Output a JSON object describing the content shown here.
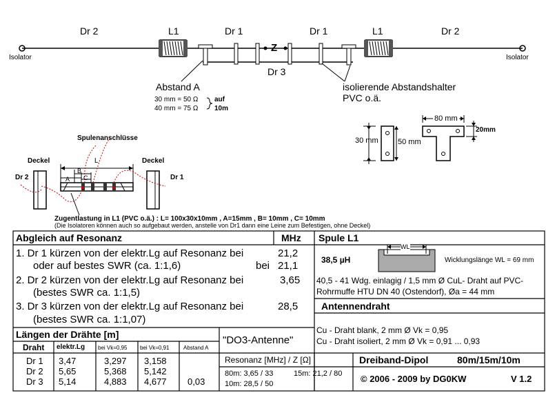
{
  "diagram": {
    "top_labels": {
      "dr2_left": "Dr 2",
      "l1_left": "L1",
      "dr1_left": "Dr 1",
      "dr1_right": "Dr 1",
      "l1_right": "L1",
      "dr2_right": "Dr 2"
    },
    "z_label": "Z",
    "dr3_label": "Dr 3",
    "isolator_left": "Isolator",
    "isolator_right": "Isolator",
    "abstand_a": "Abstand A",
    "abstand_line1": "30 mm = 50 Ω",
    "abstand_line2": "40 mm = 75 Ω",
    "auf": "auf",
    "ten_m": "10m",
    "isolierende": "isolierende Abstandshalter",
    "pvc": "PVC o.ä.",
    "spacer_30": "30 mm",
    "spacer_50": "50 mm",
    "spacer_80": "80 mm",
    "spacer_20": "20mm",
    "spulenanschluesse": "Spulenanschlüsse",
    "deckel_left": "Deckel",
    "deckel_right": "Deckel",
    "coil_dr2": "Dr 2",
    "coil_dr1": "Dr 1",
    "coil_L": "L",
    "coil_A": "A",
    "coil_B": "B",
    "coil_C": "C",
    "zugentlastung": "Zugentlastung in L1 (PVC o.ä.) : L= 100x30x10mm , A=15mm , B= 10mm , C= 10mm",
    "isolatoren_note": "(Die Isolatoren können auch so aufgebaut werden, anstelle von Dr1 dann eine Leine zum Befestigen, ohne Deckel)"
  },
  "abgleich": {
    "title": "Abgleich auf Resonanz",
    "mhz": "MHz",
    "steps": [
      {
        "line1": "1. Dr 1 kürzen von der elektr.Lg auf Resonanz bei",
        "v1": "21,2",
        "line2": "oder auf bestes SWR (ca. 1:1,6)",
        "bei": "bei",
        "v2": "21,1"
      },
      {
        "line1": "2. Dr 2 kürzen von der elektr.Lg auf Resonanz bei",
        "v1": "3,65",
        "line2": "(bestes SWR ca. 1:1,5)"
      },
      {
        "line1": "3. Dr 3 kürzen von der elektr.Lg auf Resonanz bei",
        "v1": "28,5",
        "line2": "(bestes SWR ca. 1:1,07)"
      }
    ]
  },
  "spule": {
    "title": "Spule L1",
    "inductance": "38,5 µH",
    "wl": "WL",
    "wicklung": "Wicklungslänge WL = 69 mm",
    "desc1": "40,5 - 41 Wdg. einlagig / 1,5 mm Ø CuL- Draht auf PVC-",
    "desc2": "Rohrmuffe HTU DN 40 (Ostendorf), Øa = 44 mm"
  },
  "antennendraht": {
    "title": "Antennendraht",
    "line1": "Cu - Draht blank, 2 mm Ø  Vk = 0,95",
    "line2": "Cu - Draht isoliert, 2 mm Ø Vk = 0,91 ... 0,93"
  },
  "laengen": {
    "title": "Längen der Drähte [m]",
    "headers": [
      "Draht",
      "elektr.Lg",
      "bei Vk=0,95",
      "bei Vk=0,91",
      "Abstand A"
    ],
    "rows": [
      [
        "Dr 1",
        "3,47",
        "3,297",
        "3,158",
        ""
      ],
      [
        "Dr 2",
        "5,65",
        "5,368",
        "5,142",
        ""
      ],
      [
        "Dr 3",
        "5,14",
        "4,883",
        "4,677",
        "0,03"
      ]
    ]
  },
  "do3": "\"DO3-Antenne\"",
  "resonanz": {
    "title": "Resonanz   [MHz] / Z [Ω]",
    "line1a": "80m: 3,65 / 33",
    "line1b": "15m: 21,2 / 80",
    "line2": "10m: 28,5 / 50"
  },
  "footer": {
    "dreiband": "Dreiband-Dipol",
    "bands": "80m/15m/10m",
    "copyright": "© 2006 - 2009 by DG0KW",
    "version": "V 1.2"
  }
}
